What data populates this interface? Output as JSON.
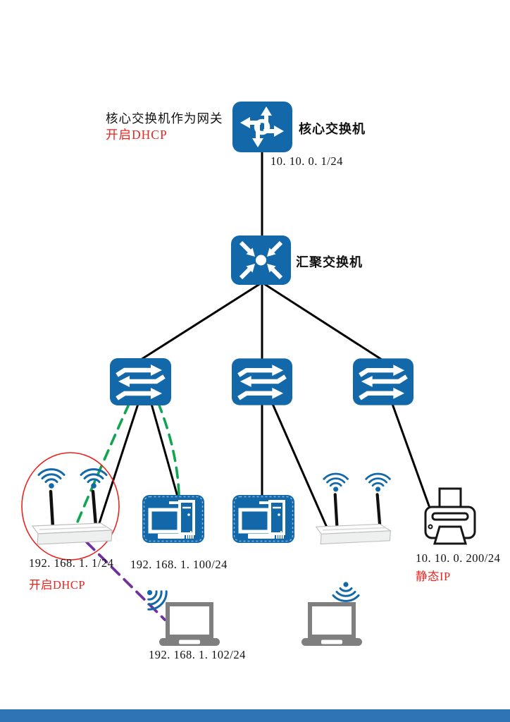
{
  "colors": {
    "device_blue": "#1268a8",
    "connection_black": "#000000",
    "wireless_green": "#10a651",
    "wireless_purple": "#7030a0",
    "highlight_red": "#e8251f",
    "laptop_gray": "#7f7f7f",
    "footer_blue": "#2e75b5"
  },
  "icons": {
    "core": "core-switch-icon",
    "aggregation": "aggregation-switch-icon",
    "access": "access-switch-icon",
    "desktop": "desktop-pc-icon",
    "router": "wireless-router-icon",
    "printer": "printer-icon",
    "laptop": "laptop-icon",
    "wifi": "wifi-signal-icon"
  },
  "core_switch": {
    "note_line1": "核心交换机作为网关",
    "note_line2": "开启DHCP",
    "label": "核心交换机",
    "ip": "10. 10. 0. 1/24"
  },
  "aggregation_switch": {
    "label": "汇聚交换机"
  },
  "wireless_router_1": {
    "ip": "192. 168. 1. 1/24",
    "note": "开启DHCP"
  },
  "desktop_1": {
    "ip": "192. 168. 1. 100/24"
  },
  "laptop_1": {
    "ip": "192. 168. 1. 102/24"
  },
  "printer": {
    "ip": "10. 10. 0. 200/24",
    "note": "静态IP"
  }
}
